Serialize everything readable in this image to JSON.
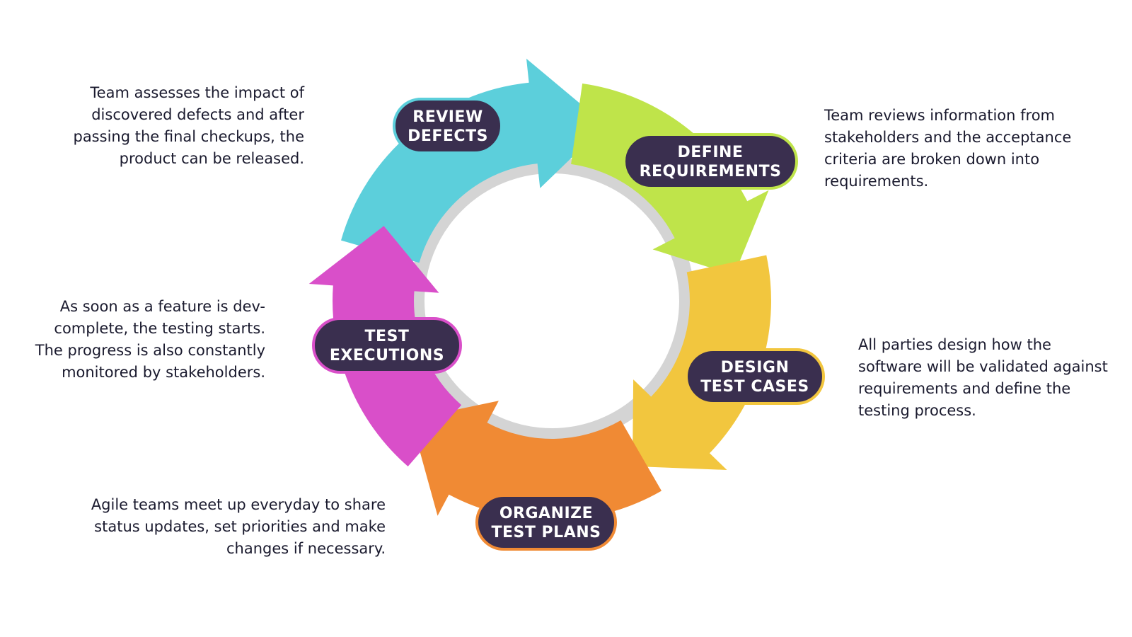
{
  "stages": [
    {
      "key": "review",
      "label_lines": [
        "REVIEW",
        "DEFECTS"
      ],
      "color": "#5ccfdb",
      "description_lines": [
        "Team assesses the impact of",
        "discovered defects and after",
        "passing the final checkups, the",
        "product can be released."
      ]
    },
    {
      "key": "define",
      "label_lines": [
        "DEFINE",
        "REQUIREMENTS"
      ],
      "color": "#bfe44a",
      "description_lines": [
        "Team reviews information from",
        "stakeholders and the acceptance",
        "criteria are broken down into",
        "requirements."
      ]
    },
    {
      "key": "design",
      "label_lines": [
        "DESIGN",
        "TEST CASES"
      ],
      "color": "#f2c63e",
      "description_lines": [
        "All parties design how the",
        "software will be validated against",
        "requirements and define the",
        "testing process."
      ]
    },
    {
      "key": "organize",
      "label_lines": [
        "ORGANIZE",
        "TEST PLANS"
      ],
      "color": "#f08a34",
      "description_lines": [
        "Agile teams meet up everyday to share",
        "status updates, set priorities and make",
        "changes if necessary."
      ]
    },
    {
      "key": "test",
      "label_lines": [
        "TEST",
        "EXECUTIONS"
      ],
      "color": "#d94fc9",
      "description_lines": [
        "As soon as a feature is dev-",
        "complete, the testing starts.",
        "The progress is also constantly",
        "monitored by stakeholders."
      ]
    }
  ],
  "colors": {
    "pill_fill": "#3a2f4f",
    "text": "#1a1a2e",
    "shadow": "#d4d4d4"
  }
}
